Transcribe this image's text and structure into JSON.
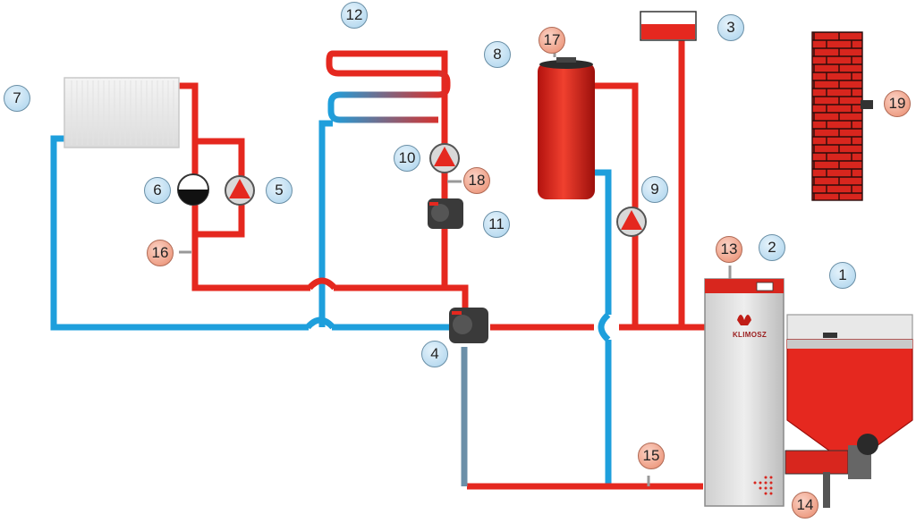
{
  "colors": {
    "hot_pipe": "#e5281f",
    "cold_pipe": "#1e9fdc",
    "label_blue": "#a9d2ec",
    "label_red": "#e98a6c"
  },
  "brand": "KLIMOSZ",
  "labels": [
    {
      "id": "l1",
      "text": "1",
      "style": "blue"
    },
    {
      "id": "l2",
      "text": "2",
      "style": "blue"
    },
    {
      "id": "l3",
      "text": "3",
      "style": "blue"
    },
    {
      "id": "l4",
      "text": "4",
      "style": "blue"
    },
    {
      "id": "l5",
      "text": "5",
      "style": "blue"
    },
    {
      "id": "l6",
      "text": "6",
      "style": "blue"
    },
    {
      "id": "l7",
      "text": "7",
      "style": "blue"
    },
    {
      "id": "l8",
      "text": "8",
      "style": "blue"
    },
    {
      "id": "l9",
      "text": "9",
      "style": "blue"
    },
    {
      "id": "l10",
      "text": "10",
      "style": "blue"
    },
    {
      "id": "l11",
      "text": "11",
      "style": "blue"
    },
    {
      "id": "l12",
      "text": "12",
      "style": "blue"
    },
    {
      "id": "l13",
      "text": "13",
      "style": "red"
    },
    {
      "id": "l14",
      "text": "14",
      "style": "red"
    },
    {
      "id": "l15",
      "text": "15",
      "style": "red"
    },
    {
      "id": "l16",
      "text": "16",
      "style": "red"
    },
    {
      "id": "l17",
      "text": "17",
      "style": "red"
    },
    {
      "id": "l18",
      "text": "18",
      "style": "red"
    },
    {
      "id": "l19",
      "text": "19",
      "style": "red"
    }
  ]
}
